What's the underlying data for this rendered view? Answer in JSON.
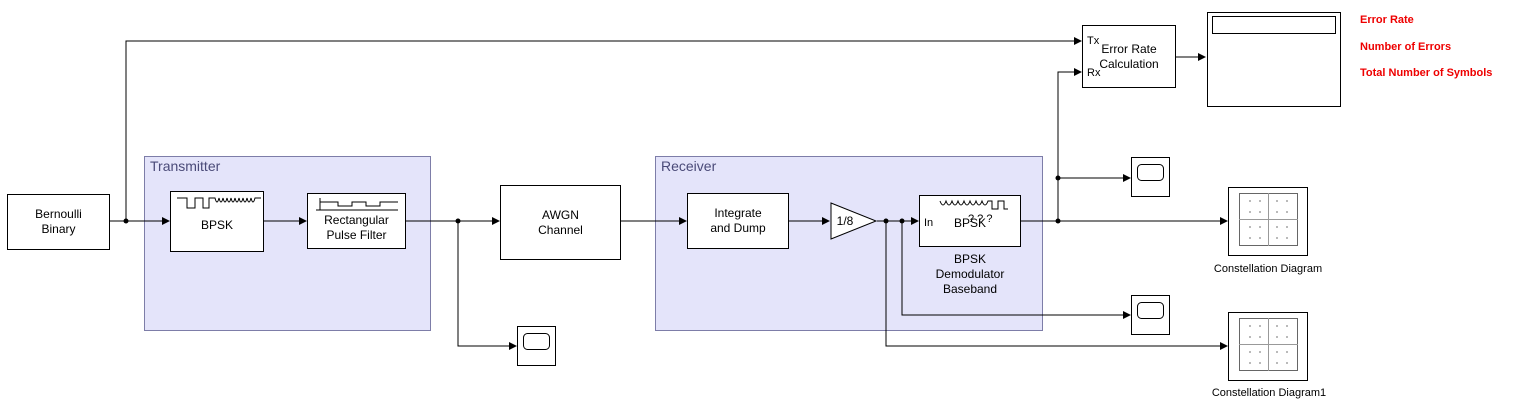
{
  "subsystems": {
    "transmitter": "Transmitter",
    "receiver": "Receiver"
  },
  "blocks": {
    "bernoulli": "Bernoulli\nBinary",
    "bpsk_mod": "BPSK",
    "rect_filter": "Rectangular\nPulse Filter",
    "awgn": "AWGN\nChannel",
    "integrate": "Integrate\nand Dump",
    "gain": "1/8",
    "bpsk_demod": "BPSK",
    "demod_in_port": "In",
    "demod_question": "? ? ?",
    "demod_label": "BPSK\nDemodulator\nBaseband",
    "error_rate": "Error Rate\nCalculation",
    "tx_port": "Tx",
    "rx_port": "Rx",
    "const1_label": "Constellation Diagram",
    "const2_label": "Constellation Diagram1"
  },
  "display": {
    "error_rate": "Error Rate",
    "num_errors": "Number of Errors",
    "total_symbols": "Total Number of Symbols"
  },
  "colors": {
    "subsystem_fill": "#e4e4fa",
    "subsystem_border": "#7d7da8",
    "display_text": "#ee0000"
  }
}
